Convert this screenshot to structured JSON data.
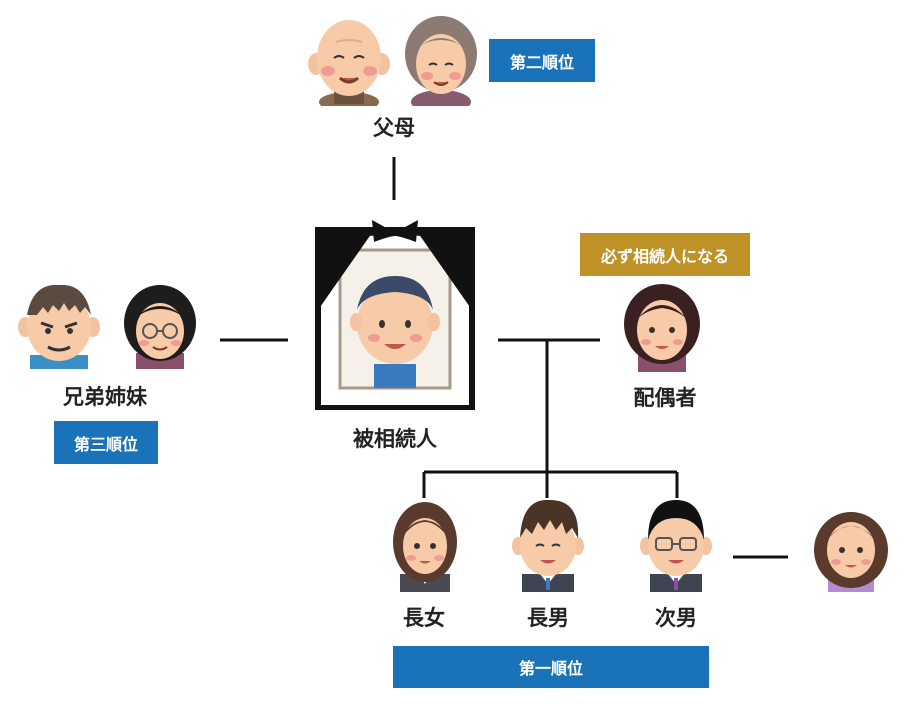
{
  "colors": {
    "rank_badge": "#1a73b8",
    "spouse_badge": "#bf9228",
    "line": "#111111"
  },
  "labels": {
    "parents": "父母",
    "siblings": "兄弟姉妹",
    "deceased": "被相続人",
    "spouse": "配偶者",
    "eldest_daughter": "長女",
    "eldest_son": "長男",
    "second_son": "次男"
  },
  "badges": {
    "second_rank": "第二順位",
    "third_rank": "第三順位",
    "first_rank": "第一順位",
    "spouse_always": "必ず相続人になる"
  },
  "icons": {
    "father": "elderly-man-icon",
    "mother": "elderly-woman-icon",
    "brother": "brother-icon",
    "sister": "sister-glasses-icon",
    "deceased": "memorial-portrait-icon",
    "spouse": "wife-icon",
    "daughter": "daughter-icon",
    "son1": "son-icon",
    "son2": "son-glasses-icon",
    "son_spouse": "daughter-in-law-icon"
  }
}
